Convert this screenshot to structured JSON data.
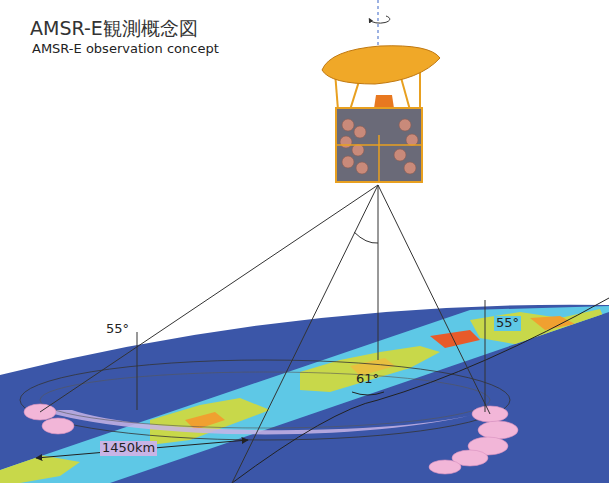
{
  "diagram": {
    "title": "AMSR-E観測概念図",
    "labels": [
      "AMSR-E observation concept",
      "55°",
      "55°",
      "61°",
      "1450km"
    ]
  }
}
